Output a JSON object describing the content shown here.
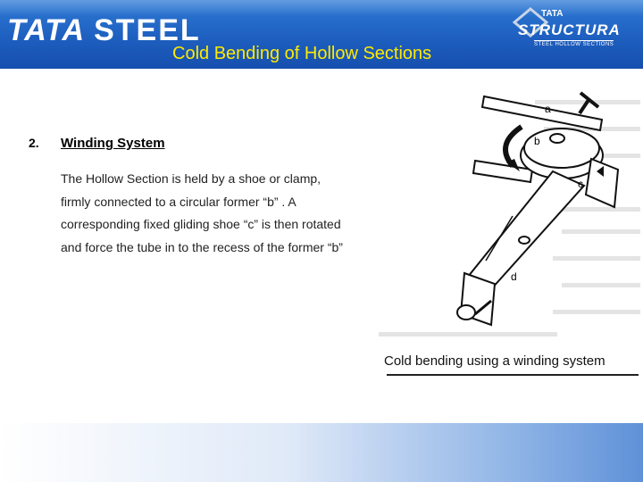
{
  "header": {
    "brand_word1": "TATA",
    "brand_word2": "STEEL",
    "title": "Cold Bending of Hollow Sections",
    "title_color": "#ffea00",
    "header_color": "#1e5fbf"
  },
  "structura": {
    "brand": "TATA",
    "name": "STRUCTURA",
    "tagline": "STEEL HOLLOW SECTIONS"
  },
  "content": {
    "item_number": "2.",
    "heading": "Winding System",
    "body": "The Hollow Section is held by a shoe or clamp, firmly connected to a circular former “b” . A corresponding fixed gliding shoe “c” is then rotated and force the tube in to the recess of the former “b”"
  },
  "figure": {
    "caption": "Cold bending using a winding system",
    "labels": {
      "a": "a",
      "b": "b",
      "c": "c",
      "d": "d"
    }
  }
}
